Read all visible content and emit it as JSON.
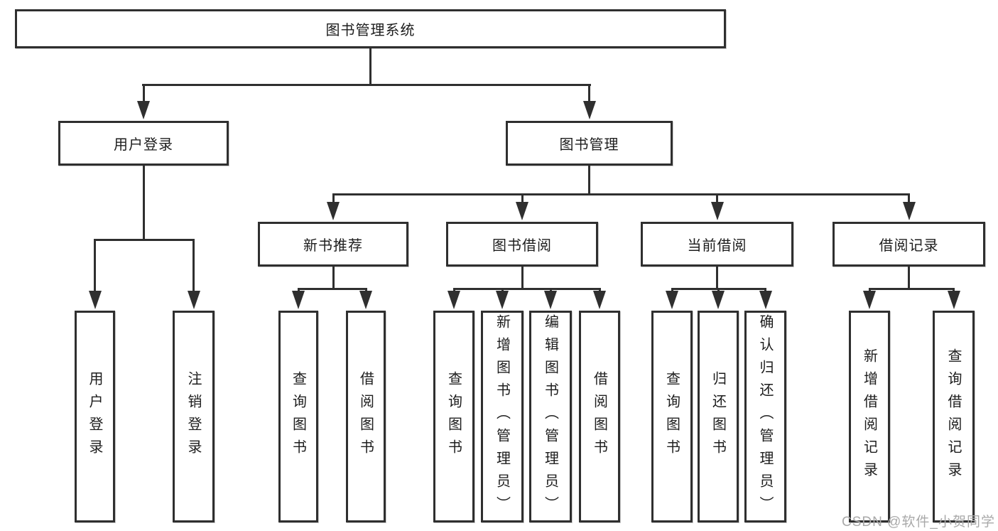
{
  "diagram": {
    "colors": {
      "line": "#2f2f2f",
      "text": "#1d1d1d",
      "watermark": "#a9a9a9",
      "background": "#ffffff"
    },
    "nodes": {
      "root": {
        "label": "图书管理系统"
      },
      "level2": [
        {
          "label": "用户登录"
        },
        {
          "label": "图书管理"
        }
      ],
      "level3": [
        {
          "parent": "图书管理",
          "label": "新书推荐"
        },
        {
          "parent": "图书管理",
          "label": "图书借阅"
        },
        {
          "parent": "图书管理",
          "label": "当前借阅"
        },
        {
          "parent": "图书管理",
          "label": "借阅记录"
        }
      ],
      "level4": [
        {
          "parent": "用户登录",
          "label": "用户登录"
        },
        {
          "parent": "用户登录",
          "label": "注销登录"
        },
        {
          "parent": "新书推荐",
          "label": "查询图书"
        },
        {
          "parent": "新书推荐",
          "label": "借阅图书"
        },
        {
          "parent": "图书借阅",
          "label": "查询图书"
        },
        {
          "parent": "图书借阅",
          "label": "新增图书（管理员）"
        },
        {
          "parent": "图书借阅",
          "label": "编辑图书（管理员）"
        },
        {
          "parent": "图书借阅",
          "label": "借阅图书"
        },
        {
          "parent": "当前借阅",
          "label": "查询图书"
        },
        {
          "parent": "当前借阅",
          "label": "归还图书"
        },
        {
          "parent": "当前借阅",
          "label": "确认归还（管理员）"
        },
        {
          "parent": "借阅记录",
          "label": "新增借阅记录"
        },
        {
          "parent": "借阅记录",
          "label": "查询借阅记录"
        }
      ]
    },
    "watermark": "CSDN @软件_小贺同学"
  }
}
